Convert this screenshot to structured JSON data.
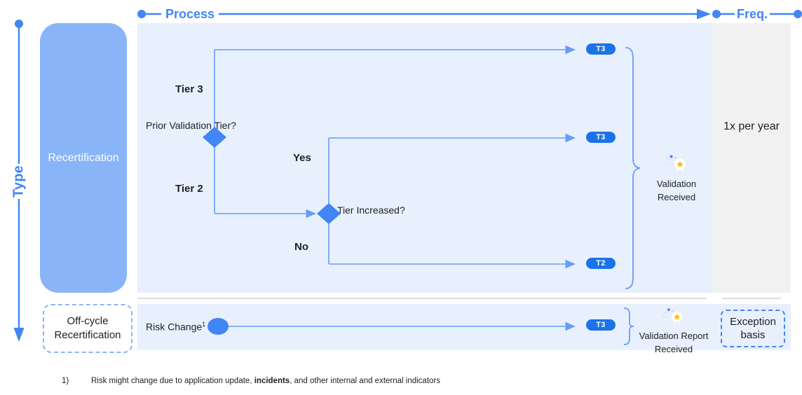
{
  "axes": {
    "type_label": "Type",
    "process_label": "Process",
    "freq_label": "Freq.",
    "accent_color": "#4285F4"
  },
  "type_column": {
    "rows": [
      {
        "label": "Recertification",
        "style": "filled-pill",
        "color": "#8AB4F8"
      },
      {
        "label": "Off-cycle Recertification",
        "style": "dashed-box"
      }
    ]
  },
  "frequency_column": {
    "rows": [
      {
        "label": "1x per year",
        "style": "plain"
      },
      {
        "label": "Exception basis",
        "style": "dashed-box"
      }
    ]
  },
  "process": {
    "main_row": {
      "start_label": "Prior Validation Tier?",
      "decision_1": {
        "question": "Prior Validation Tier?",
        "branch_up_label": "Tier 3",
        "branch_down_label": "Tier 2"
      },
      "decision_2": {
        "question": "Tier Increased?",
        "branch_up_label": "Yes",
        "branch_down_label": "No"
      },
      "outcomes": [
        {
          "badge": "T3",
          "from": "Tier 3"
        },
        {
          "badge": "T3",
          "from": "Yes"
        },
        {
          "badge": "T2",
          "from": "No"
        }
      ],
      "result": {
        "icon": "award-icon",
        "caption_line1": "Validation",
        "caption_line2": "Received"
      }
    },
    "off_cycle_row": {
      "start_label": "Risk Change",
      "start_label_footnote": "1",
      "outcomes": [
        {
          "badge": "T3"
        }
      ],
      "result": {
        "icon": "award-icon",
        "caption_line1": "Validation Report",
        "caption_line2": "Received"
      }
    }
  },
  "footnote": {
    "marker": "1)",
    "text_before": "Risk might change due to application update, ",
    "text_bold": "incidents",
    "text_after": ", and other internal and external indicators"
  },
  "colors": {
    "panel_bg": "#E8F0FE",
    "freq_bg": "#F1F1F1",
    "line": "#669DF6",
    "badge": "#1A73E8",
    "diamond": "#4285F4",
    "text": "#202124"
  }
}
